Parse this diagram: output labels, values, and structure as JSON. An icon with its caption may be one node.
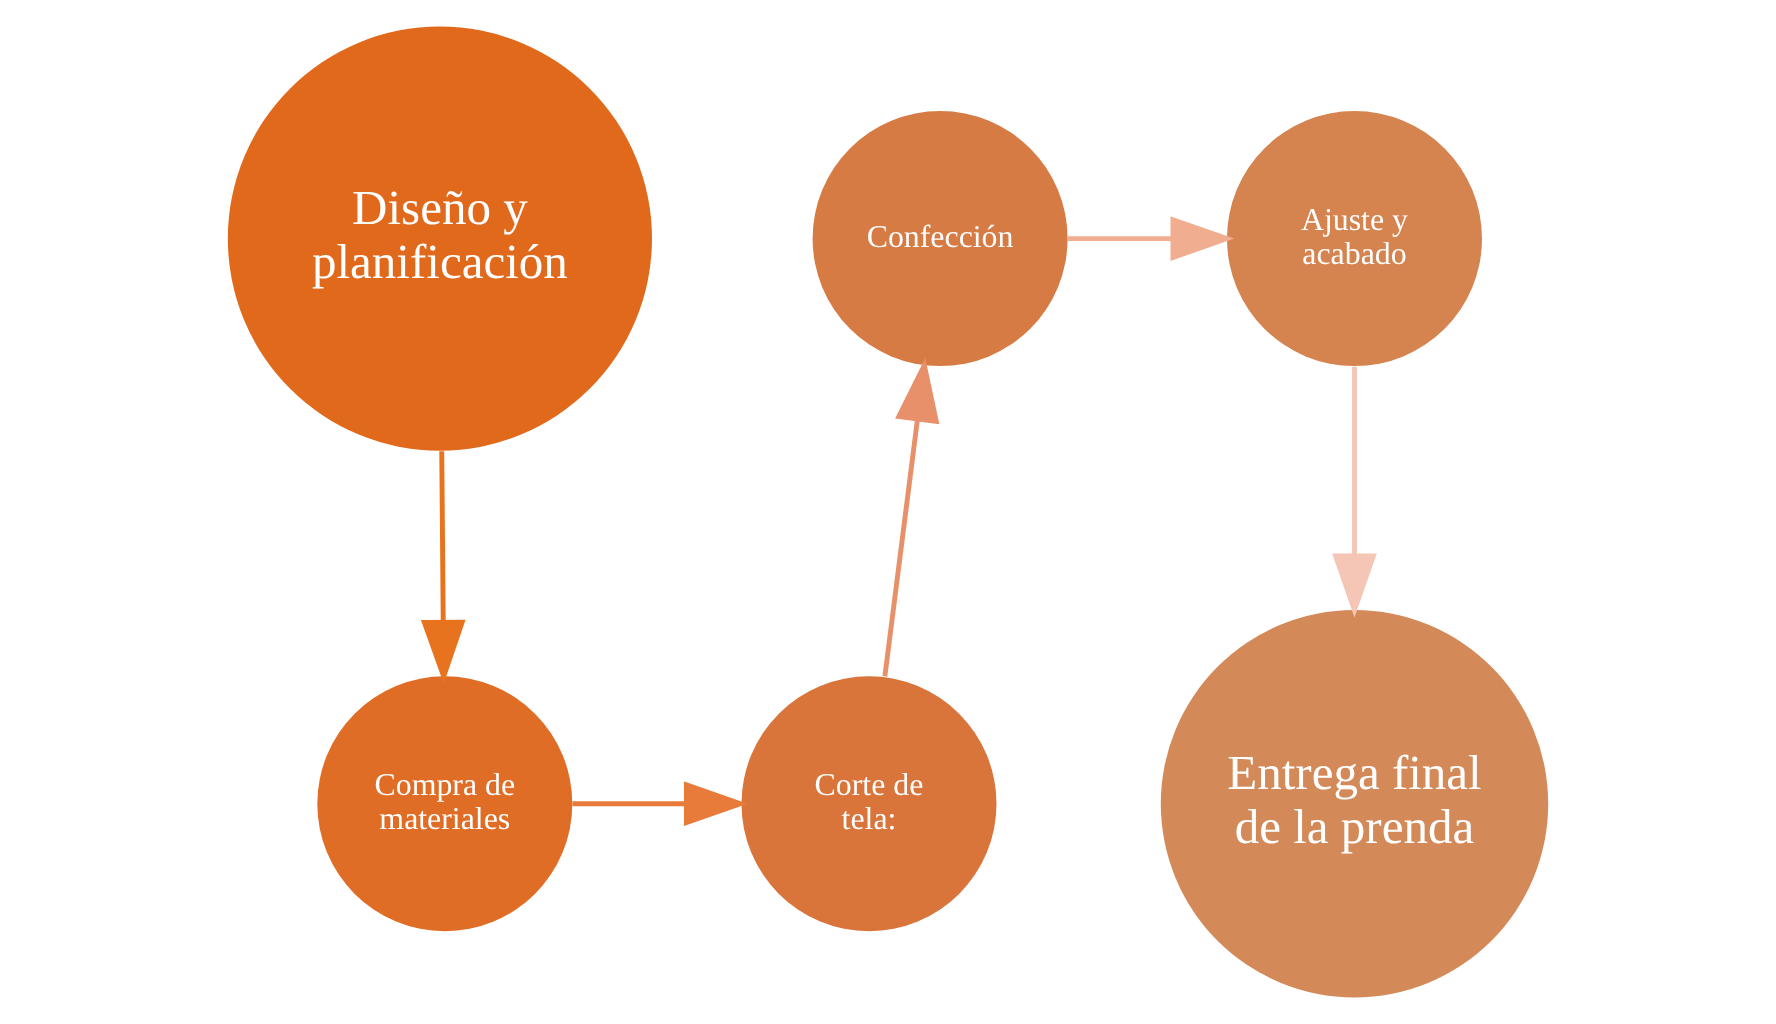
{
  "diagram": {
    "nodes": [
      {
        "text": [
          "Diseño y planificación"
        ]
      },
      {
        "text": [
          "Compra de materiales"
        ]
      },
      {
        "text": [
          "Corte de tela:"
        ]
      },
      {
        "text": [
          "Confección"
        ]
      },
      {
        "text": [
          "Ajuste y acabado"
        ]
      },
      {
        "text": [
          "Entrega final de la prenda"
        ]
      }
    ],
    "edges": [
      {
        "from": 0,
        "to": 1,
        "arrow": "to",
        "color": "#e8731f"
      },
      {
        "from": 1,
        "to": 2,
        "arrow": "to",
        "color": "#e97b3a"
      },
      {
        "from": 2,
        "to": 3,
        "arrow": "to",
        "color": "#e8906a"
      },
      {
        "from": 3,
        "to": 4,
        "arrow": "to",
        "color": "#f0ad90"
      },
      {
        "from": 4,
        "to": 5,
        "arrow": "to",
        "color": "#f5c6b6"
      }
    ]
  }
}
